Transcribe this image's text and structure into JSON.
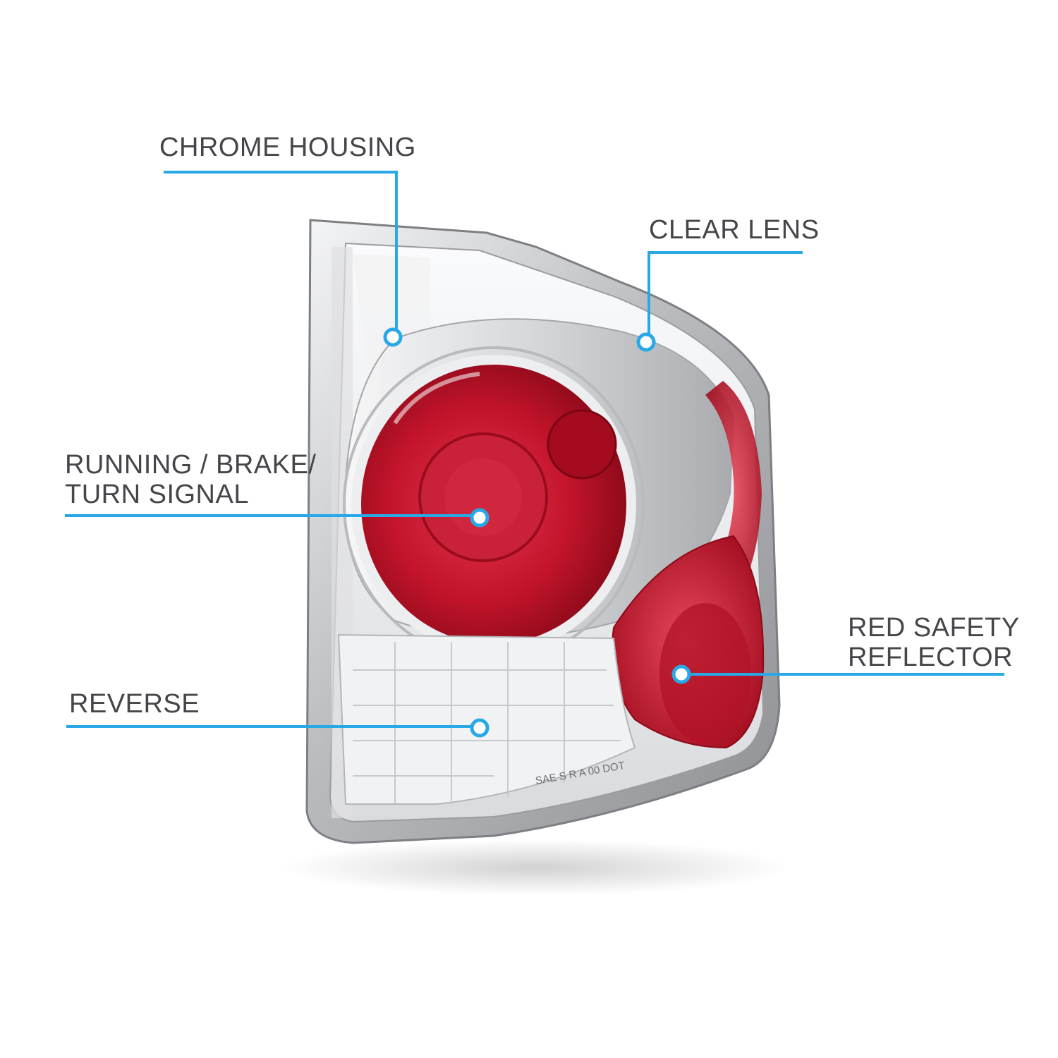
{
  "colors": {
    "background": "#ffffff",
    "label_text": "#444649",
    "callout_line": "#29a8e8",
    "housing_chrome": "#c9cacc",
    "lens_red": "#c3142b",
    "lens_clear": "#eef0f2"
  },
  "callouts": [
    {
      "id": "chrome-housing",
      "lines": [
        "CHROME HOUSING"
      ]
    },
    {
      "id": "clear-lens",
      "lines": [
        "CLEAR LENS"
      ]
    },
    {
      "id": "running-brake-turn",
      "lines": [
        "RUNNING / BRAKE/",
        "TURN SIGNAL"
      ]
    },
    {
      "id": "reverse",
      "lines": [
        "REVERSE"
      ]
    },
    {
      "id": "red-safety-reflector",
      "lines": [
        "RED SAFETY",
        "REFLECTOR"
      ]
    }
  ],
  "lens_marking": "SAE   S   R   A   00   DOT"
}
